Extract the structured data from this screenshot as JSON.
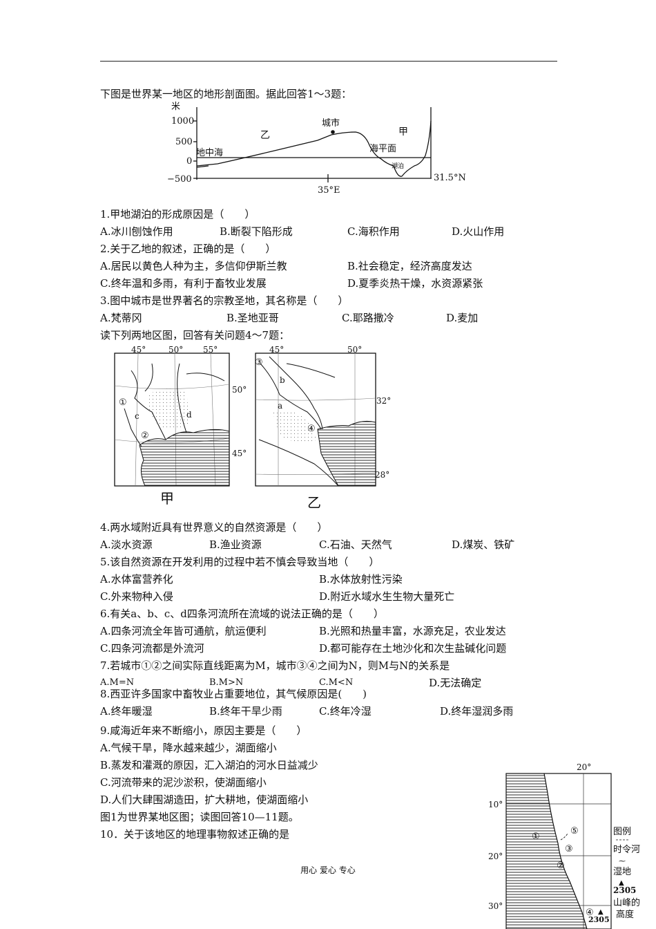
{
  "intro1": "下图是世界某一地区的地形剖面图。据此回答1～3题：",
  "profile": {
    "unit": "米",
    "y_ticks": [
      "1000",
      "500",
      "0",
      "−500"
    ],
    "labels": {
      "yi": "乙",
      "jia": "甲",
      "city": "城市",
      "sea": "地中海",
      "sea_level": "海平面",
      "lake": "湖泊",
      "lon": "35°E",
      "lat": "31.5°N"
    }
  },
  "questions": {
    "q1": {
      "stem": "1.甲地湖泊的形成原因是（　　）",
      "a": "A.冰川刨蚀作用",
      "b": "B.断裂下陷形成",
      "c": "C.海积作用",
      "d": "D.火山作用"
    },
    "q2": {
      "stem": "2.关于乙地的叙述，正确的是（　　）",
      "a": "A.居民以黄色人种为主，多信仰伊斯兰教",
      "b": "B.社会稳定，经济高度发达",
      "c": "C.终年温和多雨，有利于畜牧业发展",
      "d": "D.夏季炎热干燥，水资源紧张"
    },
    "q3": {
      "stem": "3.图中城市是世界著名的宗教圣地，其名称是（　　）",
      "a": "A.梵蒂冈",
      "b": "B.圣地亚哥",
      "c": "C.耶路撒冷",
      "d": "D.麦加"
    },
    "intro2": "读下列两地区图，回答有关问题4～7题：",
    "q4": {
      "stem": "4.两水域附近具有世界意义的自然资源是（　　）",
      "a": "A.淡水资源",
      "b": "B.渔业资源",
      "c": "C.石油、天然气",
      "d": "D.煤炭、铁矿"
    },
    "q5": {
      "stem": "5.该自然资源在开发利用的过程中若不慎会导致当地（　　）",
      "a": "A.水体富营养化",
      "b": "B.水体放射性污染",
      "c": "C.外来物种入侵",
      "d": "D.附近水域水生生物大量死亡"
    },
    "q6": {
      "stem": "6.有关a、b、c、d四条河流所在流域的说法正确的是（　　）",
      "a": "A.四条河流全年皆可通航，航运便利",
      "b": "B.光照和热量丰富，水源充足，农业发达",
      "c": "C.四条河流都是外流河",
      "d": "D.都可能存在土地沙化和次生盐碱化问题"
    },
    "q7": {
      "stem": "7.若城市①②之间实际直线距离为M，城市③④之间为N，则M与N的关系是",
      "a": "A.M=N",
      "b": "B.M>N",
      "c": "C.M<N",
      "d": "D.无法确定"
    },
    "q8": {
      "stem": "8.西亚许多国家中畜牧业占重要地位，其气候原因是(　　)",
      "a": "A.终年暖湿",
      "b": "B.终年干旱少雨",
      "c": "C.终年冷湿",
      "d": "D.终年湿润多雨"
    },
    "q9": {
      "stem": "9.咸海近年来不断缩小，原因主要是（　　）",
      "a": "A.气候干旱，降水越来越少，湖面缩小",
      "b": "B.蒸发和灌溉的原因，汇入湖泊的河水日益减少",
      "c": "C.河流带来的泥沙淤积，使湖面缩小",
      "d": "D.人们大肆围湖造田，扩大耕地，使湖面缩小"
    },
    "intro3": "图1为世界某地区图；读图回答10—11题。",
    "q10": {
      "stem": "10．关于该地区的地理事物叙述正确的是"
    }
  },
  "map_jia": {
    "caption": "甲",
    "lon": [
      "45°",
      "50°",
      "55°"
    ],
    "lat": [
      "50°",
      "45°"
    ],
    "marks": [
      "①",
      "②",
      "c",
      "d"
    ]
  },
  "map_yi": {
    "caption": "乙",
    "lon": [
      "45°",
      "50°"
    ],
    "lat": [
      "32°",
      "28°"
    ],
    "marks": [
      "③",
      "④",
      "a",
      "b"
    ]
  },
  "map1": {
    "top_lon": "20°",
    "lat": [
      "10°",
      "20°",
      "30°"
    ],
    "marks": [
      "①",
      "②",
      "③",
      "④",
      "⑤"
    ],
    "legend_title": "图例",
    "legend": [
      "时令河",
      "湿地",
      "山峰的",
      "高度"
    ],
    "peak": "2305"
  },
  "footer": "用心 爱心 专心"
}
